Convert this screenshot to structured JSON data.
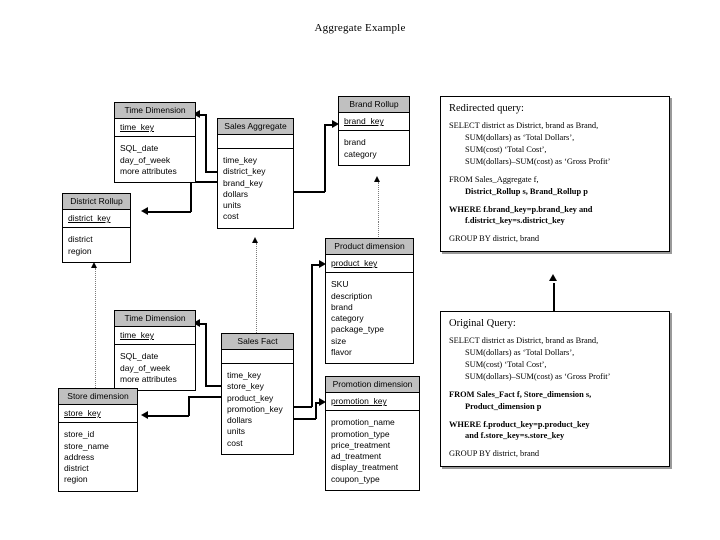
{
  "slide": {
    "title": "Aggregate Example"
  },
  "entities": [
    {
      "id": "time-dimension-top",
      "name": "Time Dimension",
      "pk": "time_key",
      "attrs": [
        "SQL_date",
        "day_of_week",
        "more attributes"
      ]
    },
    {
      "id": "sales-aggregate",
      "name": "Sales Aggregate",
      "pk": "",
      "attrs": [
        "time_key",
        "district_key",
        "brand_key",
        "dollars",
        "units",
        "cost"
      ]
    },
    {
      "id": "brand-rollup",
      "name": "Brand Rollup",
      "pk": "brand_key",
      "attrs": [
        "brand",
        "category"
      ]
    },
    {
      "id": "district-rollup",
      "name": "District Rollup",
      "pk": "district_key",
      "attrs": [
        "district",
        "region"
      ]
    },
    {
      "id": "time-dimension-bottom",
      "name": "Time Dimension",
      "pk": "time_key",
      "attrs": [
        "SQL_date",
        "day_of_week",
        "more attributes"
      ]
    },
    {
      "id": "sales-fact",
      "name": "Sales Fact",
      "pk": "",
      "attrs": [
        "time_key",
        "store_key",
        "product_key",
        "promotion_key",
        "dollars",
        "units",
        "cost"
      ]
    },
    {
      "id": "store-dimension",
      "name": "Store dimension",
      "pk": "store_key",
      "attrs": [
        "store_id",
        "store_name",
        "address",
        "district",
        "region"
      ]
    },
    {
      "id": "product-dimension",
      "name": "Product dimension",
      "pk": "product_key",
      "attrs": [
        "SKU",
        "description",
        "brand",
        "category",
        "package_type",
        "size",
        "flavor"
      ]
    },
    {
      "id": "promotion-dimension",
      "name": "Promotion dimension",
      "pk": "promotion_key",
      "attrs": [
        "promotion_name",
        "promotion_type",
        "price_treatment",
        "ad_treatment",
        "display_treatment",
        "coupon_type"
      ]
    }
  ],
  "queries": {
    "redirected": {
      "title": "Redirected query:",
      "lines": [
        {
          "text": "SELECT district as District, brand as Brand,",
          "indent": false,
          "gap_before": false
        },
        {
          "text": "SUM(dollars) as ‘Total Dollars’,",
          "indent": true,
          "gap_before": false
        },
        {
          "text": "SUM(cost) ‘Total Cost’,",
          "indent": true,
          "gap_before": false
        },
        {
          "text": "SUM(dollars)–SUM(cost) as ‘Gross Profit’",
          "indent": true,
          "gap_before": false
        },
        {
          "text": "FROM Sales_Aggregate f,",
          "indent": false,
          "gap_before": true
        },
        {
          "text": "District_Rollup s, Brand_Rollup p",
          "indent": true,
          "gap_before": false
        },
        {
          "text": "WHERE f.brand_key=p.brand_key and",
          "indent": false,
          "gap_before": true
        },
        {
          "text": "f.district_key=s.district_key",
          "indent": true,
          "gap_before": false
        },
        {
          "text": "GROUP BY district, brand",
          "indent": false,
          "gap_before": true
        }
      ]
    },
    "original": {
      "title": "Original Query:",
      "lines": [
        {
          "text": "SELECT district as District, brand as Brand,",
          "indent": false,
          "gap_before": false
        },
        {
          "text": "SUM(dollars) as ‘Total Dollars’,",
          "indent": true,
          "gap_before": false
        },
        {
          "text": "SUM(cost) ‘Total Cost’,",
          "indent": true,
          "gap_before": false
        },
        {
          "text": "SUM(dollars)–SUM(cost) as ‘Gross Profit’",
          "indent": true,
          "gap_before": false
        },
        {
          "text": "FROM Sales_Fact f, Store_dimension s,",
          "indent": false,
          "gap_before": true
        },
        {
          "text": "Product_dimension p",
          "indent": true,
          "gap_before": false
        },
        {
          "text": "WHERE f.product_key=p.product_key",
          "indent": false,
          "gap_before": true
        },
        {
          "text": "and f.store_key=s.store_key",
          "indent": true,
          "gap_before": false
        },
        {
          "text": "GROUP BY district, brand",
          "indent": false,
          "gap_before": true
        }
      ]
    }
  },
  "colors": {
    "entity_header": "#c0c0c0",
    "line": "#000000",
    "dotted_line": "#7a7a7a",
    "background": "#ffffff"
  }
}
